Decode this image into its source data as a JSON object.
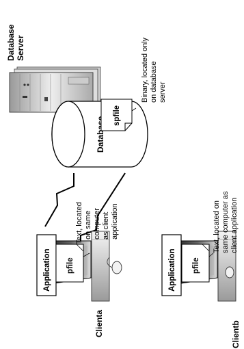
{
  "server": {
    "label_line1": "Database",
    "label_line2": "Server"
  },
  "database": {
    "label": "Database",
    "spfile_label": "spfile",
    "spfile_note_line1": "Binary, located only",
    "spfile_note_line2": "on database",
    "spfile_note_line3": "server"
  },
  "client_a": {
    "application_label": "Application",
    "pfile_label": "pfile",
    "client_label": "Clienta",
    "note_line1": "Text, located",
    "note_line2": "on same",
    "note_line3": "computer",
    "note_line4": "as client",
    "note_line5": "application"
  },
  "client_b": {
    "application_label": "Application",
    "pfile_label": "pfile",
    "client_label": "Clientb",
    "note_line1": "Text, located on",
    "note_line2": "same computer as",
    "note_line3": "client application"
  }
}
